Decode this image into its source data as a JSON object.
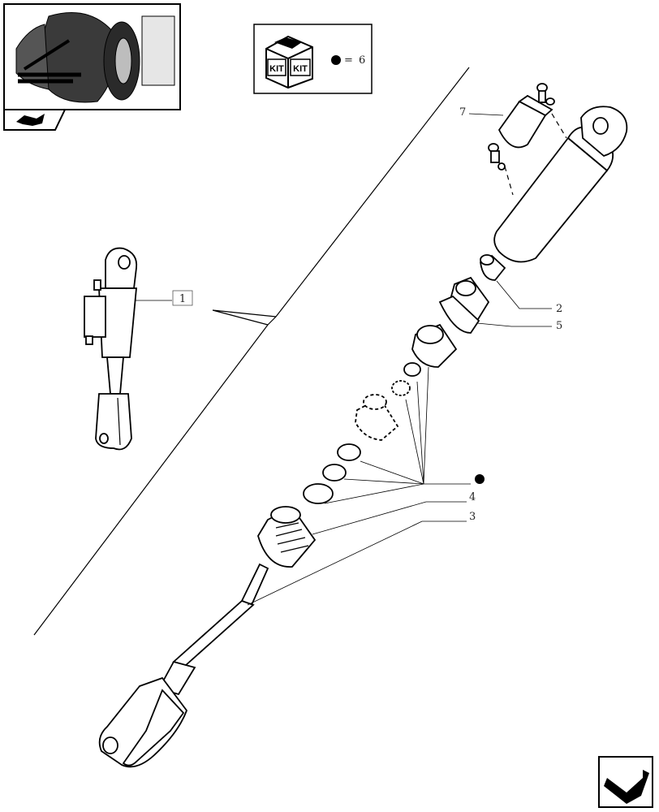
{
  "kit_box": {
    "kit_word_1": "KIT",
    "kit_word_2": "KIT",
    "equals": "=",
    "kit_number": "6"
  },
  "callouts": {
    "assembly": "1",
    "item_2": "2",
    "item_3": "3",
    "item_4": "4",
    "item_5": "5",
    "item_7": "7"
  },
  "icons": {
    "kit": "kit-box-icon",
    "bullet": "kit-bullet-icon",
    "book": "book-thumbnail-icon",
    "nav": "next-page-arrow-icon"
  }
}
